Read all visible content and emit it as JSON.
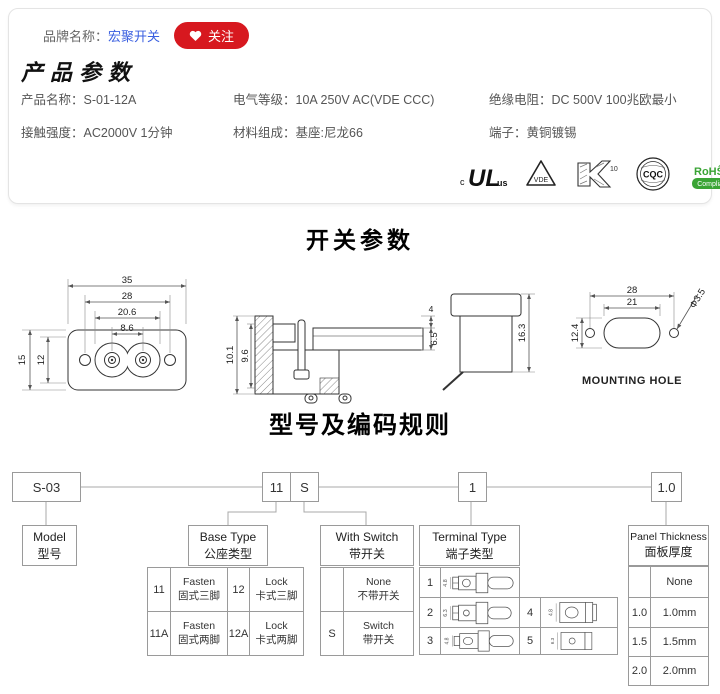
{
  "brand": {
    "label": "品牌名称：",
    "name": "宏聚开关",
    "follow": "关注"
  },
  "params": {
    "title": "产品参数",
    "items": [
      {
        "label": "产品名称：",
        "value": "S-01-12A"
      },
      {
        "label": "电气等级：",
        "value": "10A 250V AC(VDE CCC)"
      },
      {
        "label": "绝缘电阻：",
        "value": "DC 500V 100兆欧最小"
      },
      {
        "label": "接触强度：",
        "value": "AC2000V 1分钟"
      },
      {
        "label": "材料组成：",
        "value": "基座:尼龙66"
      },
      {
        "label": "端子：",
        "value": "黄铜镀锡"
      }
    ],
    "certs": {
      "ul_c": "c",
      "ul": "UL",
      "ul_us": "us",
      "vde": "VDE",
      "k_num": "10",
      "cqc": "CQC",
      "rohs1": "RoHS",
      "rohs2": "Compliant"
    }
  },
  "switch_section": {
    "title": "开关参数",
    "front": {
      "d35": "35",
      "d28": "28",
      "d206": "20.6",
      "d86": "8.6",
      "d15": "15",
      "d12": "12"
    },
    "side": {
      "d101": "10.1",
      "d96": "9.6",
      "d4": "4",
      "d65": "6.5"
    },
    "rear": {
      "d163": "16.3"
    },
    "mount": {
      "d28": "28",
      "d21": "21",
      "d124": "12.4",
      "dia": "Φ3.5",
      "caption": "MOUNTING HOLE"
    }
  },
  "coding": {
    "title": "型号及编码规则",
    "codes": {
      "model": "S-03",
      "base": "11",
      "sw": "S",
      "terminal": "1",
      "panel": "1.0"
    },
    "model": {
      "en": "Model",
      "zh": "型号"
    },
    "base": {
      "en": "Base Type",
      "zh": "公座类型",
      "rows": [
        {
          "c1": "11",
          "n1": "Fasten",
          "z1": "固式三脚",
          "c2": "12",
          "n2": "Lock",
          "z2": "卡式三脚"
        },
        {
          "c1": "11A",
          "n1": "Fasten",
          "z1": "固式两脚",
          "c2": "12A",
          "n2": "Lock",
          "z2": "卡式两脚"
        }
      ]
    },
    "sw": {
      "en": "With Switch",
      "zh": "带开关",
      "rows": [
        {
          "code": "",
          "n": "None",
          "z": "不带开关"
        },
        {
          "code": "S",
          "n": "Switch",
          "z": "带开关"
        }
      ]
    },
    "terminal": {
      "en": "Terminal Type",
      "zh": "端子类型",
      "rows": [
        {
          "code": "1",
          "dim": "4.8"
        },
        {
          "code": "2",
          "dim": "6.3"
        },
        {
          "code": "3",
          "dim": "4.8"
        },
        {
          "code": "4",
          "dim": "4.8"
        },
        {
          "code": "5",
          "dim": "6.3"
        }
      ]
    },
    "panel": {
      "en": "Panel Thickness",
      "zh": "面板厚度",
      "rows": [
        {
          "code": "",
          "v": "None"
        },
        {
          "code": "1.0",
          "v": "1.0mm"
        },
        {
          "code": "1.5",
          "v": "1.5mm"
        },
        {
          "code": "2.0",
          "v": "2.0mm"
        }
      ]
    }
  }
}
